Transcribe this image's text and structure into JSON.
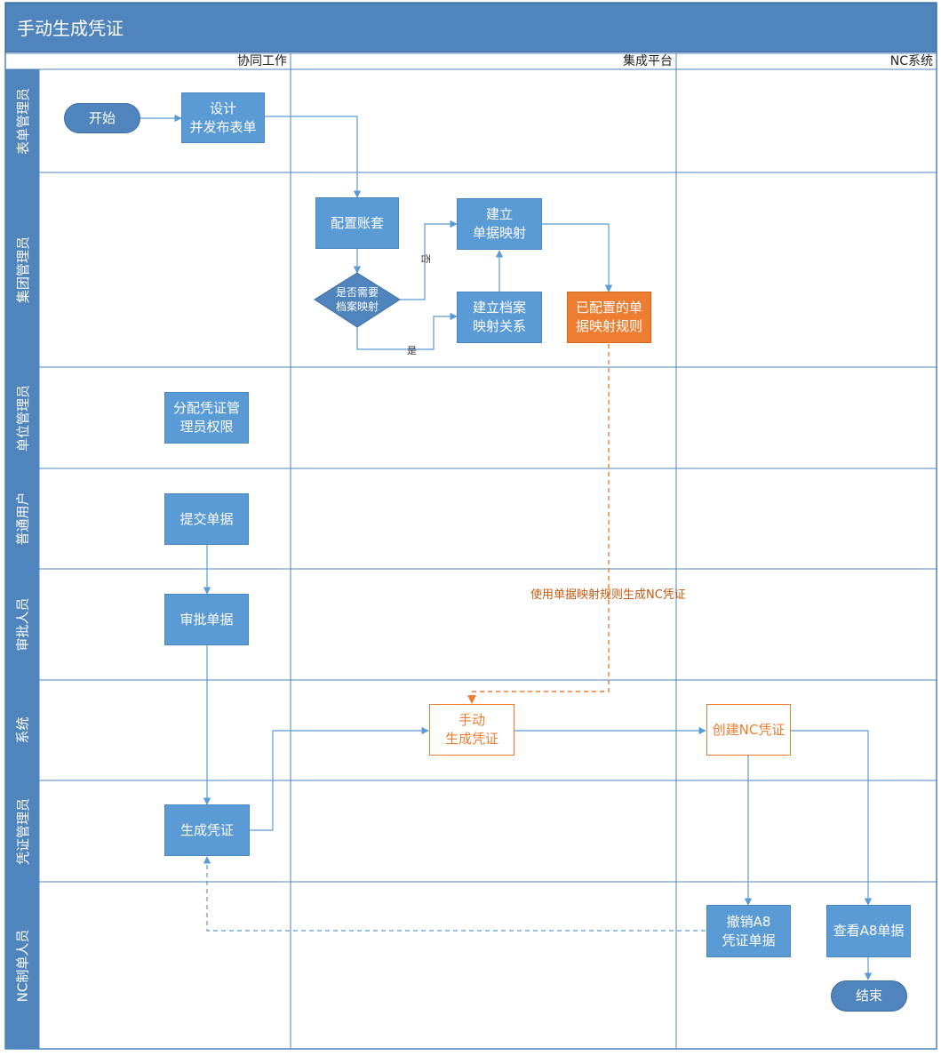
{
  "title": "手动生成凭证",
  "columns": [
    "协同工作",
    "集成平台",
    "NC系统"
  ],
  "lanes": [
    "表单管理员",
    "集团管理员",
    "单位管理员",
    "普通用户",
    "审批人员",
    "系统",
    "凭证管理员",
    "NC制单人员"
  ],
  "nodes": {
    "start": "开始",
    "design_form": "设计\n并发布表单",
    "config_accounts": "配置账套",
    "decision": "是否需要\n档案映射",
    "build_doc_mapping": "建立\n单据映射",
    "build_archive_mapping": "建立档案\n映射关系",
    "configured_rules": "已配置的单\n据映射规则",
    "assign_permission": "分配凭证管\n理员权限",
    "submit_doc": "提交单据",
    "approve_doc": "审批单据",
    "manual_gen": "手动\n生成凭证",
    "create_nc": "创建NC凭证",
    "gen_voucher": "生成凭证",
    "revoke_a8": "撤销A8\n凭证单据",
    "view_a8": "查看A8单据",
    "end": "结束"
  },
  "edge_labels": {
    "no": "否",
    "yes": "是"
  },
  "annotation": "使用单据映射规则生成NC凭证",
  "colors": {
    "lane": "#4f84bd",
    "process": "#5b9bd5",
    "highlight": "#ed7d31",
    "edge": "#5b9bd5"
  }
}
